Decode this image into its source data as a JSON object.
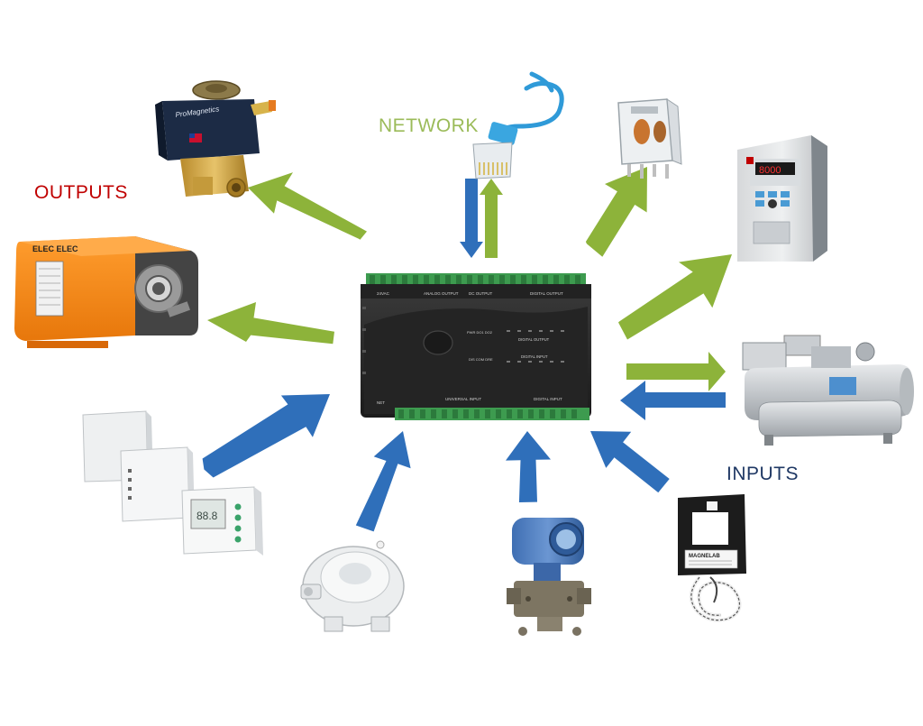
{
  "labels": {
    "outputs": "OUTPUTS",
    "network": "NETWORK",
    "inputs": "INPUTS"
  },
  "colors": {
    "outputs": "#c00000",
    "network": "#9bbb59",
    "inputs": "#1f3864",
    "output_arrow": "#8db33a",
    "input_arrow": "#2f6fba",
    "controller_body": "#2a2a2a",
    "terminal_green": "#3d9b4f"
  },
  "controller": {
    "top_header_labels": [
      "ANALOG OUTPUT",
      "DC OUTPUT",
      "DIGITAL OUTPUT"
    ],
    "mid_labels": [
      "DIGITAL OUTPUT",
      "DIGITAL INPUT"
    ],
    "bottom_header_labels": [
      "UNIVERSAL INPUT",
      "DIGITAL INPUT"
    ]
  },
  "devices": {
    "solenoid_valve": {
      "brand": "ProMagnetics"
    },
    "damper_actuator": {
      "brand": "ELEC ELEC"
    },
    "current_sensor": {
      "brand": "MAGNELAB"
    },
    "thermostat_display": "88.8"
  }
}
